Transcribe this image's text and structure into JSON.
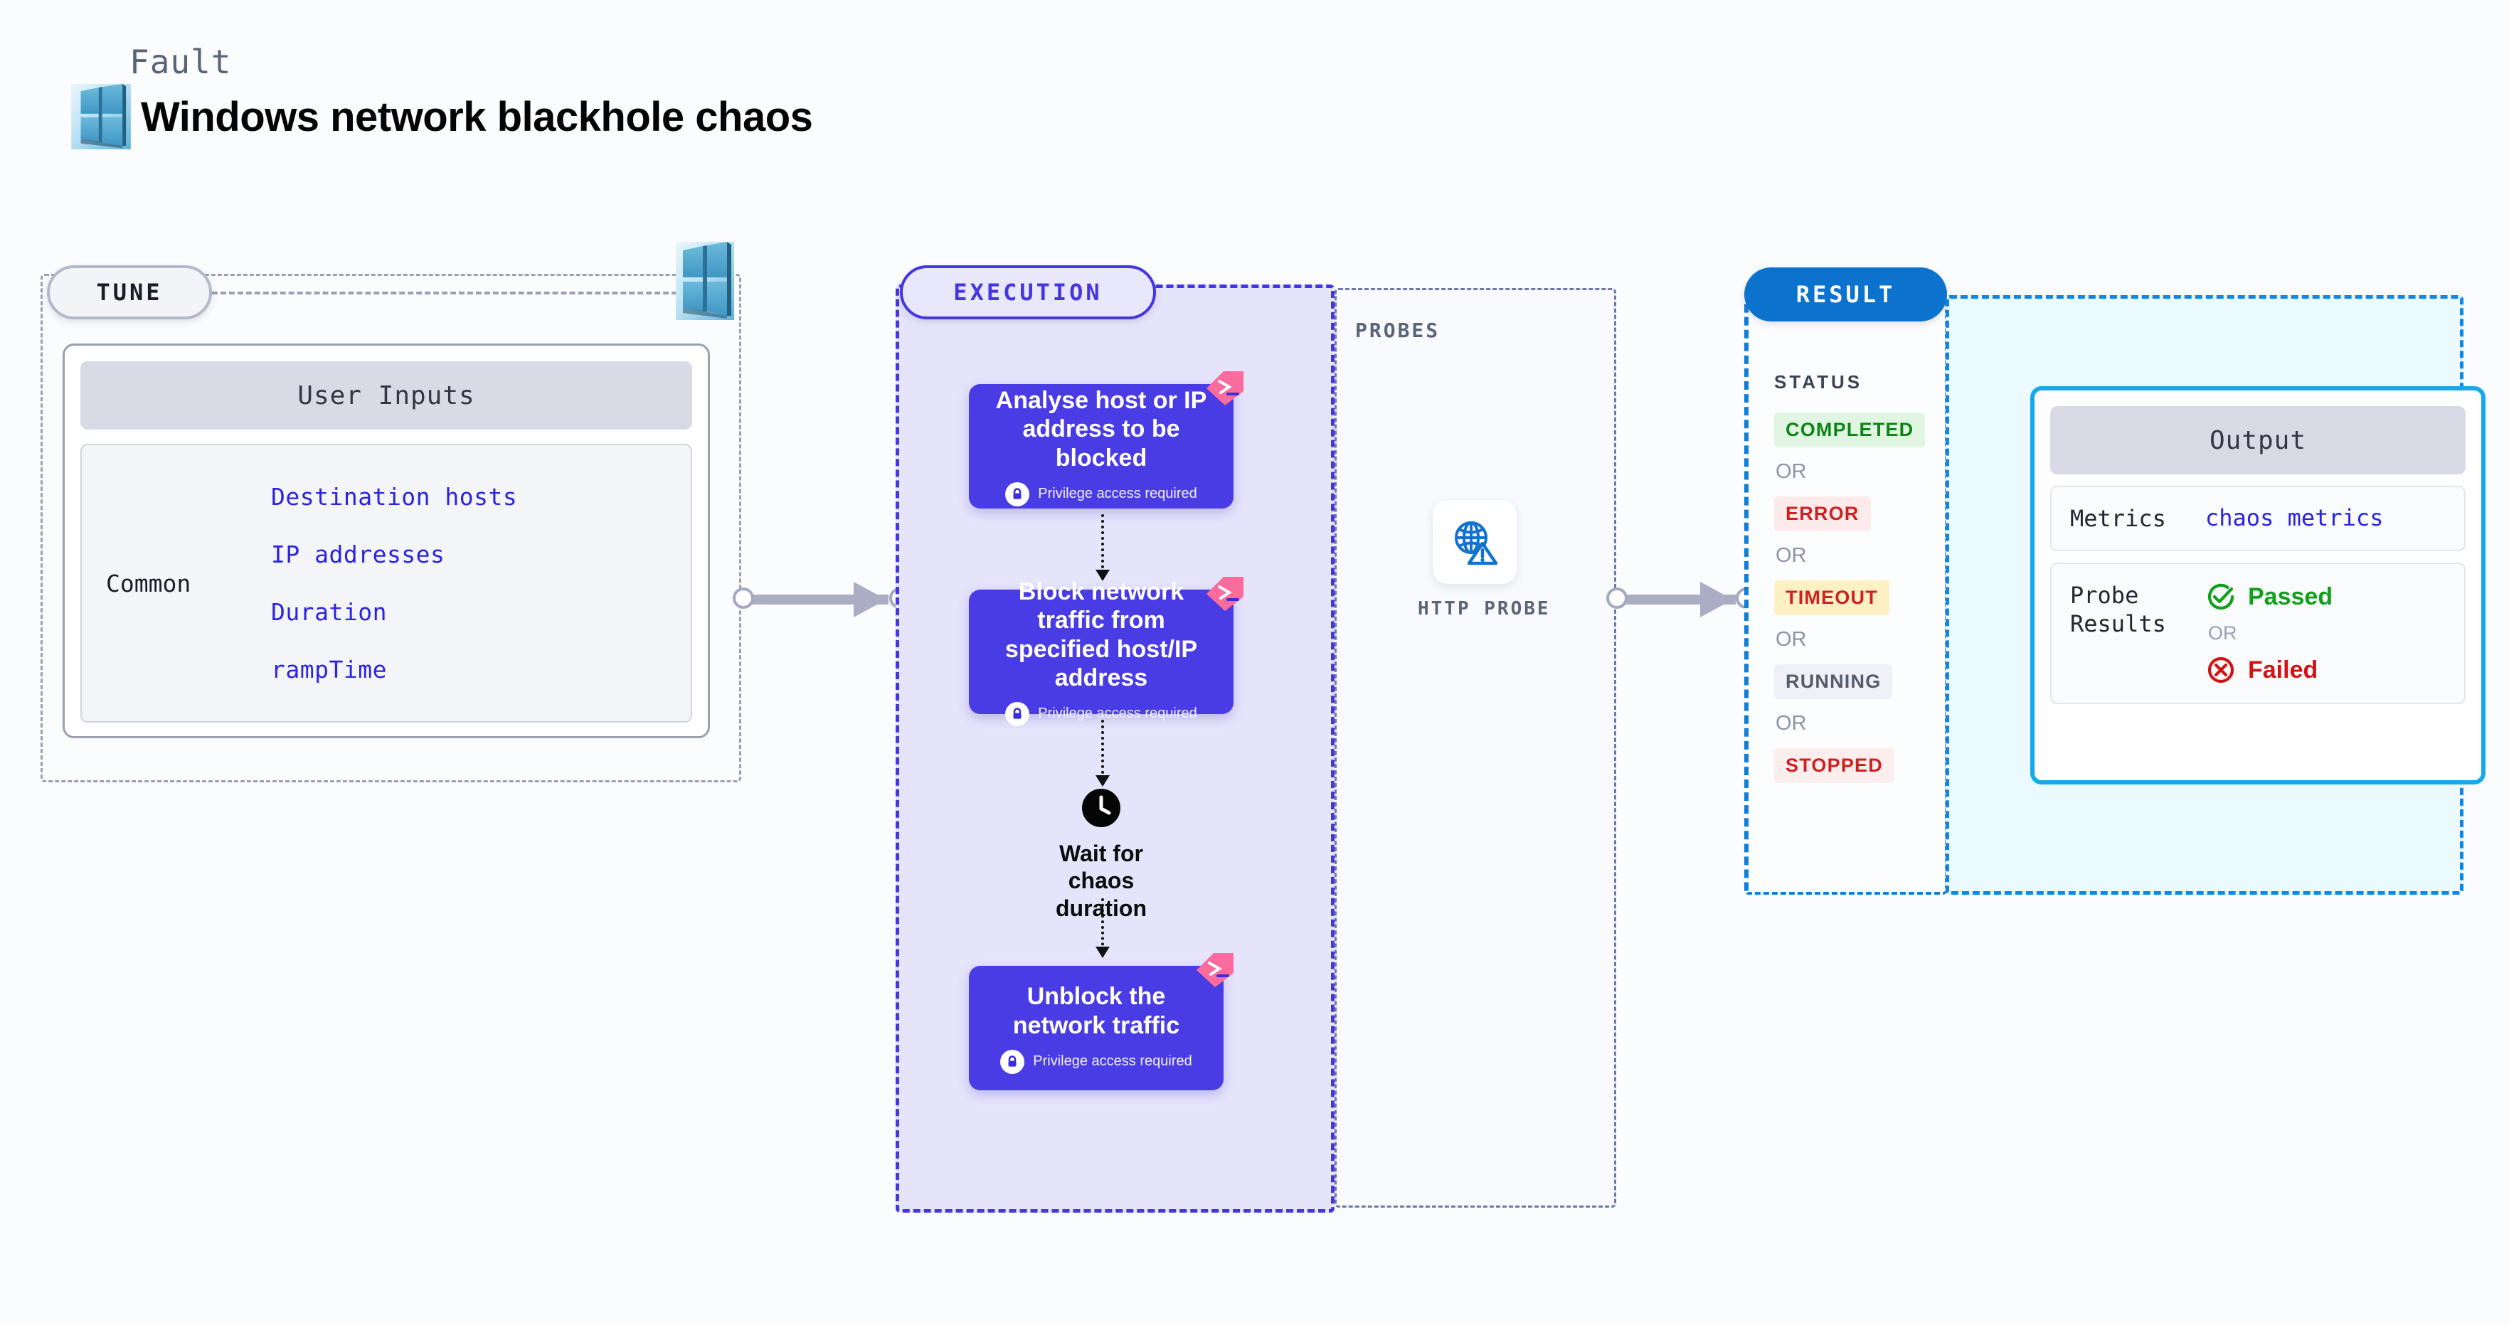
{
  "header": {
    "kicker": "Fault",
    "title": "Windows network blackhole chaos",
    "logo_icon": "windows-logo-icon"
  },
  "tune": {
    "pill_label": "TUNE",
    "logo_icon": "windows-logo-icon",
    "card_header": "User Inputs",
    "group_label": "Common",
    "fields": [
      "Destination hosts",
      "IP addresses",
      "Duration",
      "rampTime"
    ]
  },
  "execution": {
    "pill_label": "EXECUTION",
    "privilege_note": "Privilege access required",
    "steps": [
      {
        "title": "Analyse host or IP address to be blocked",
        "ribbon_icon": "powershell-ribbon-icon",
        "lock_icon": "lock-icon"
      },
      {
        "title": "Block network traffic from specified host/IP address",
        "ribbon_icon": "powershell-ribbon-icon",
        "lock_icon": "lock-icon"
      },
      {
        "title": "Unblock the network traffic",
        "ribbon_icon": "powershell-ribbon-icon",
        "lock_icon": "lock-icon"
      }
    ],
    "wait": {
      "icon": "clock-icon",
      "label": "Wait for chaos duration"
    }
  },
  "probes": {
    "section_label": "PROBES",
    "items": [
      {
        "name": "HTTP PROBE",
        "icon": "globe-warning-icon"
      }
    ]
  },
  "result": {
    "pill_label": "RESULT",
    "status_title": "STATUS",
    "or_label": "OR",
    "statuses": [
      {
        "label": "COMPLETED",
        "variant": "completed"
      },
      {
        "label": "ERROR",
        "variant": "error"
      },
      {
        "label": "TIMEOUT",
        "variant": "timeout"
      },
      {
        "label": "RUNNING",
        "variant": "running"
      },
      {
        "label": "STOPPED",
        "variant": "stopped"
      }
    ],
    "output": {
      "header": "Output",
      "metrics_key": "Metrics",
      "metrics_value": "chaos metrics",
      "probe_results_key": "Probe Results",
      "passed_label": "Passed",
      "failed_label": "Failed",
      "or_label": "OR",
      "passed_icon": "check-circle-icon",
      "failed_icon": "x-circle-icon"
    }
  },
  "connectors": [
    {
      "name": "tune-to-execution"
    },
    {
      "name": "probes-to-result"
    }
  ],
  "colors": {
    "execution_purple": "#4a3ce4",
    "execution_bg": "#e6e4fb",
    "result_blue": "#0b72cd",
    "output_border": "#16a9e8",
    "link_blue": "#2b23e0",
    "ribbon_pink": "#fb6b9d",
    "probe_icon_blue": "#1272ce"
  }
}
